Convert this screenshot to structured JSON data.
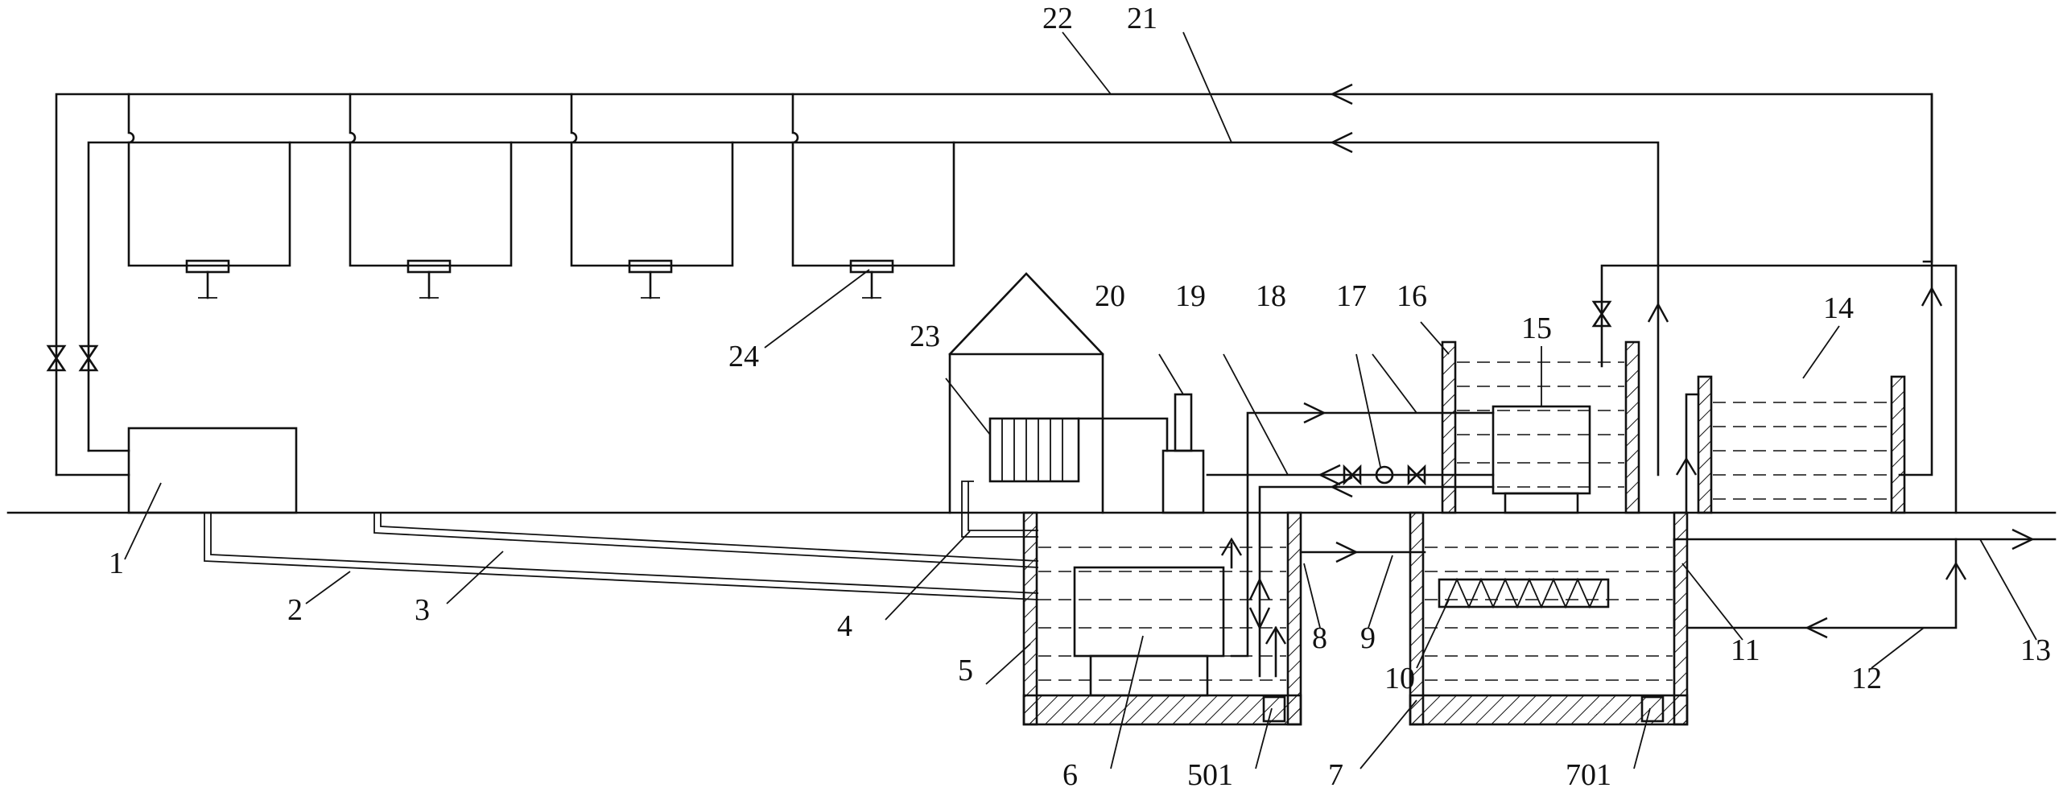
{
  "labels": {
    "l1": "1",
    "l2": "2",
    "l3": "3",
    "l4": "4",
    "l5": "5",
    "l501": "501",
    "l6": "6",
    "l7": "7",
    "l701": "701",
    "l8": "8",
    "l9": "9",
    "l10": "10",
    "l11": "11",
    "l12": "12",
    "l13": "13",
    "l14": "14",
    "l15": "15",
    "l16": "16",
    "l17": "17",
    "l18": "18",
    "l19": "19",
    "l20": "20",
    "l21": "21",
    "l22": "22",
    "l23": "23",
    "l24": "24"
  }
}
